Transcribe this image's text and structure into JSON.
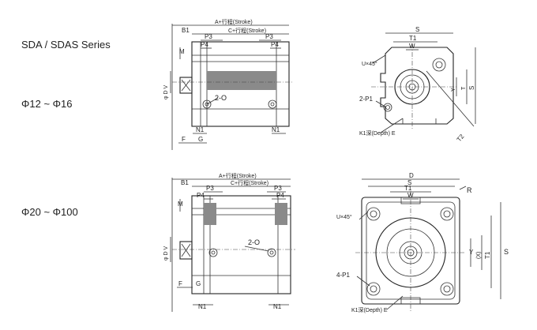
{
  "series_title": "SDA / SDAS Series",
  "range_small": "Φ12 ~ Φ16",
  "range_large": "Φ20 ~ Φ100",
  "top_side": {
    "a_stroke": "A+行程(Stroke)",
    "c_stroke": "C+行程(Stroke)",
    "b1": "B1",
    "p3_left": "P3",
    "p3_right": "P3",
    "p4_left": "P4",
    "p4_right": "P4",
    "m": "M",
    "dv": "φ D V",
    "port": "2-O",
    "n1_left": "N1",
    "n1_right": "N1",
    "f": "F",
    "g": "G"
  },
  "top_end": {
    "s": "S",
    "t1": "T1",
    "w": "W",
    "u45": "U×45°",
    "y": "Y",
    "t": "T",
    "s_right": "S",
    "p1": "2-P1",
    "k1": "K1深(Depth) E",
    "t2": "T2"
  },
  "bottom_side": {
    "a_stroke": "A+行程(Stroke)",
    "c_stroke": "C+行程(Stroke)",
    "b1": "B1",
    "p3_left": "P3",
    "p3_right": "P3",
    "p4_left": "P4",
    "p4_right": "P4",
    "m": "M",
    "dv": "φ D V",
    "port": "2-O",
    "n1_left": "N1",
    "n1_right": "N1",
    "f": "F",
    "g": "G"
  },
  "bottom_end": {
    "d": "D",
    "s": "S",
    "t1": "T1",
    "w": "W",
    "r": "R",
    "u45": "U×45°",
    "y": "Y",
    "x": "(X)",
    "t1_right": "T1",
    "s_right": "S",
    "p1": "4-P1",
    "k1": "K1深(Depth) E"
  }
}
